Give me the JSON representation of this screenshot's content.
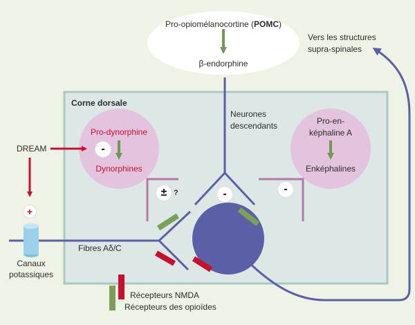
{
  "pomc": {
    "title_prefix": "Pro-opiomélanocortine (",
    "title_bold": "POMC",
    "title_suffix": ")",
    "product": "β-endorphine"
  },
  "supra": {
    "line1": "Vers les structures",
    "line2": "supra-spinales"
  },
  "box": {
    "title": "Corne dorsale"
  },
  "neurons": {
    "line1": "Neurones",
    "line2": "descendants"
  },
  "dynorphine": {
    "precursor": "Pro-dynorphine",
    "product": "Dynorphines"
  },
  "enkephaline": {
    "line1": "Pro-en-",
    "line2": "képhaline A",
    "product": "Enképhalines"
  },
  "dream": "DREAM",
  "canaux": {
    "line1": "Canaux",
    "line2": "potassiques"
  },
  "fibres": "Fibres Aδ/C",
  "signs": {
    "minus": "-",
    "plus": "+",
    "plusminus": "±",
    "question": "?"
  },
  "legend": {
    "nmda": "Récepteurs NMDA",
    "opioid": "Récepteurs des opioïdes"
  },
  "colors": {
    "background": "#eef3e6",
    "box_fill": "#dde8e6",
    "box_border": "#a9c7c3",
    "neuron": "#5a5fa6",
    "pink_circle": "#e4c3de",
    "arrow_red": "#c8102e",
    "arrow_green": "#6e9a53",
    "receptor_green": "#7aa05c",
    "receptor_red": "#c8102e",
    "bracket": "#b37aa7",
    "channel": "#9ad0ea"
  }
}
